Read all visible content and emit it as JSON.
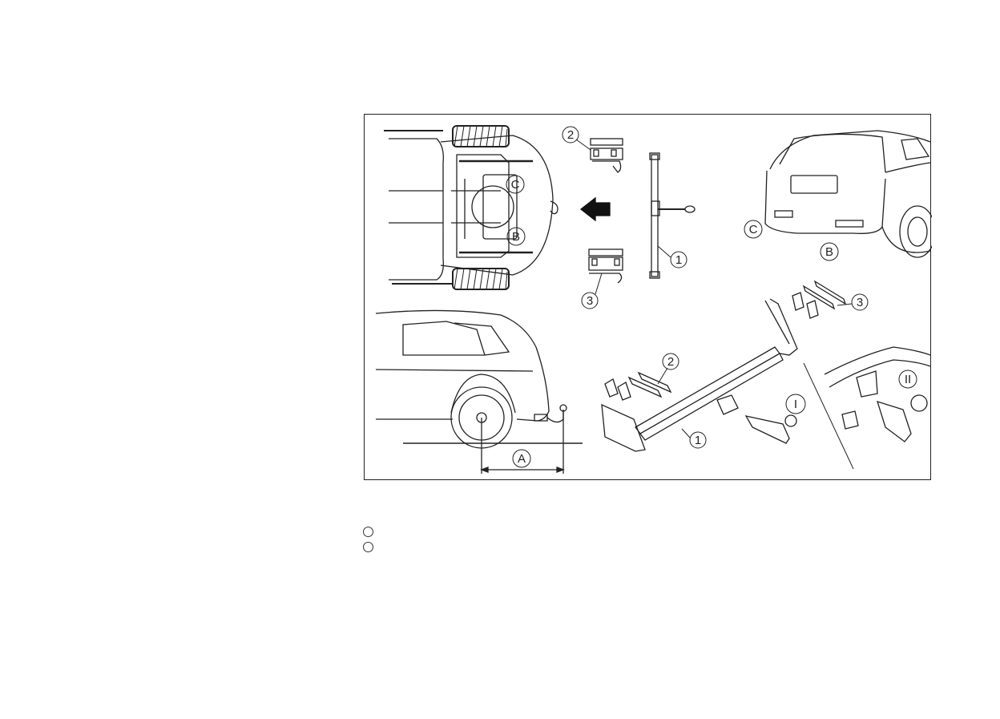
{
  "figure": {
    "labels": {
      "c": "C",
      "b": "B",
      "a": "A",
      "n1": "1",
      "n2": "2",
      "n3": "3",
      "roman1": "I",
      "roman2": "II"
    }
  },
  "legend": [
    {
      "text": ""
    },
    {
      "text": ""
    }
  ]
}
